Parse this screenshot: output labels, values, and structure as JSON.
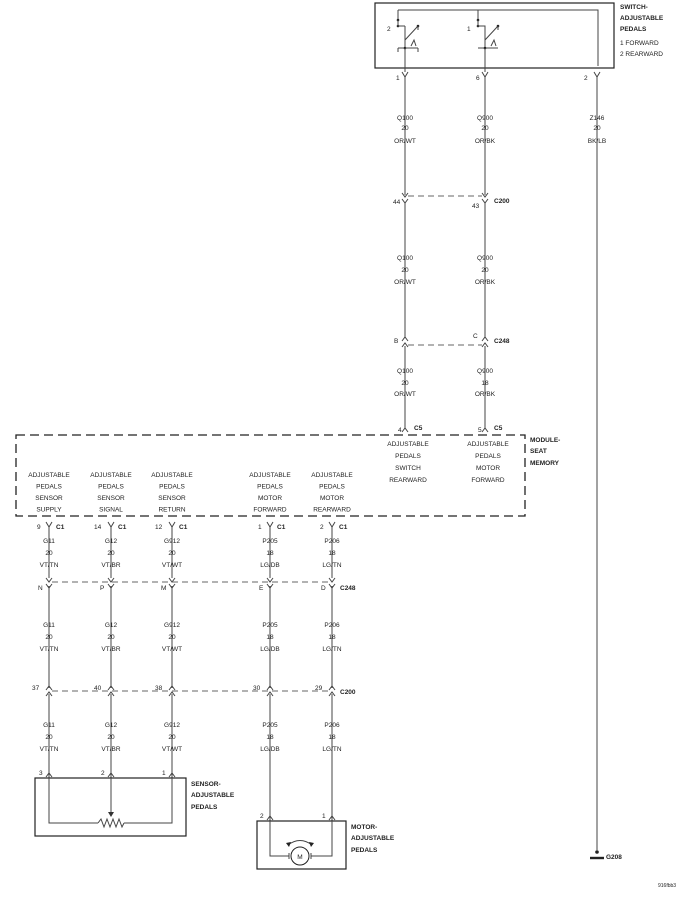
{
  "switch": {
    "title": [
      "SWITCH-",
      "ADJUSTABLE",
      "PEDALS"
    ],
    "legend": [
      "1 FORWARD",
      "2 REARWARD"
    ],
    "contact_a": "2",
    "contact_b": "1"
  },
  "switch_wires": [
    {
      "pin": "1",
      "c200": "44",
      "c248": "B",
      "c5": "4",
      "seg1": [
        "Q100",
        "20",
        "OR/WT"
      ],
      "seg2": [
        "Q100",
        "20",
        "OR/WT"
      ],
      "seg3": [
        "Q100",
        "20",
        "OR/WT"
      ]
    },
    {
      "pin": "6",
      "c200": "43",
      "c248": "C",
      "c5": "5",
      "seg1": [
        "Q900",
        "20",
        "OR/BK"
      ],
      "seg2": [
        "Q900",
        "20",
        "OR/BK"
      ],
      "seg3": [
        "Q900",
        "18",
        "OR/BK"
      ]
    }
  ],
  "ground_wire": {
    "pin": "2",
    "seg": [
      "Z146",
      "20",
      "BK/LB"
    ],
    "ground": "G208"
  },
  "connectors": {
    "c200": "C200",
    "c248": "C248",
    "c5": "C5",
    "c1": "C1"
  },
  "module": {
    "title": [
      "MODULE-",
      "SEAT",
      "MEMORY"
    ],
    "top_labels": [
      [
        "ADJUSTABLE",
        "PEDALS",
        "SWITCH",
        "REARWARD"
      ],
      [
        "ADJUSTABLE",
        "PEDALS",
        "MOTOR",
        "FORWARD"
      ]
    ],
    "bottom_labels": [
      [
        "ADJUSTABLE",
        "PEDALS",
        "SENSOR",
        "SUPPLY"
      ],
      [
        "ADJUSTABLE",
        "PEDALS",
        "SENSOR",
        "SIGNAL"
      ],
      [
        "ADJUSTABLE",
        "PEDALS",
        "SENSOR",
        "RETURN"
      ],
      [
        "ADJUSTABLE",
        "PEDALS",
        "MOTOR",
        "FORWARD"
      ],
      [
        "ADJUSTABLE",
        "PEDALS",
        "MOTOR",
        "REARWARD"
      ]
    ]
  },
  "lower_wires": [
    {
      "c1": "9",
      "c248": "N",
      "c200": "37",
      "end": "3",
      "seg1": [
        "G11",
        "20",
        "VT/TN"
      ],
      "seg2": [
        "G11",
        "20",
        "VT/TN"
      ],
      "seg3": [
        "G11",
        "20",
        "VT/TN"
      ]
    },
    {
      "c1": "14",
      "c248": "P",
      "c200": "40",
      "end": "2",
      "seg1": [
        "G12",
        "20",
        "VT/BR"
      ],
      "seg2": [
        "G12",
        "20",
        "VT/BR"
      ],
      "seg3": [
        "G12",
        "20",
        "VT/BR"
      ]
    },
    {
      "c1": "12",
      "c248": "M",
      "c200": "38",
      "end": "1",
      "seg1": [
        "G912",
        "20",
        "VT/WT"
      ],
      "seg2": [
        "G912",
        "20",
        "VT/WT"
      ],
      "seg3": [
        "G912",
        "20",
        "VT/WT"
      ]
    },
    {
      "c1": "1",
      "c248": "E",
      "c200": "30",
      "end": "2",
      "seg1": [
        "P205",
        "18",
        "LG/DB"
      ],
      "seg2": [
        "P205",
        "18",
        "LG/DB"
      ],
      "seg3": [
        "P205",
        "18",
        "LG/DB"
      ]
    },
    {
      "c1": "2",
      "c248": "D",
      "c200": "29",
      "end": "1",
      "seg1": [
        "P206",
        "18",
        "LG/TN"
      ],
      "seg2": [
        "P206",
        "18",
        "LG/TN"
      ],
      "seg3": [
        "P206",
        "18",
        "LG/TN"
      ]
    }
  ],
  "sensor": {
    "title": [
      "SENSOR-",
      "ADJUSTABLE",
      "PEDALS"
    ]
  },
  "motor": {
    "title": [
      "MOTOR-",
      "ADJUSTABLE",
      "PEDALS"
    ],
    "symbol": "M"
  },
  "figure_id": "916fbb3"
}
